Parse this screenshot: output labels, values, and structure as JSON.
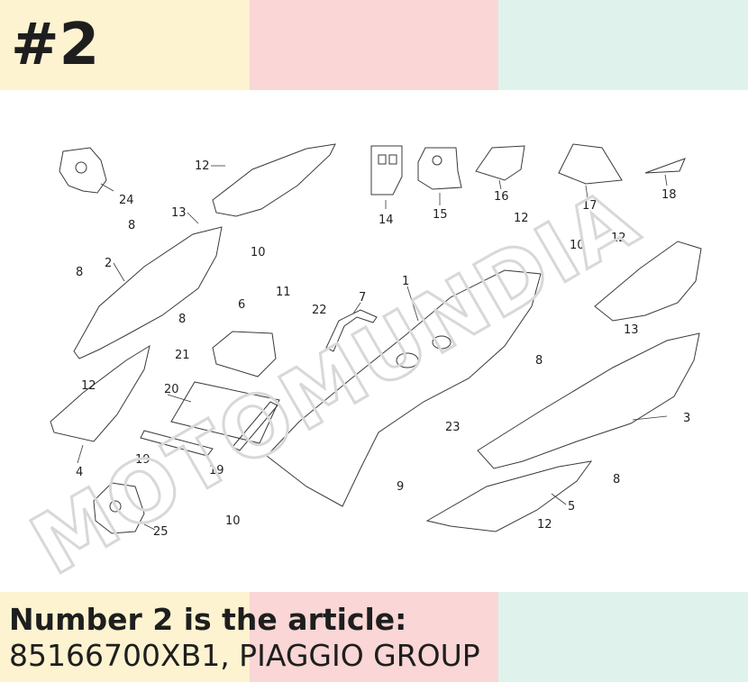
{
  "badge": "#2",
  "caption": {
    "title": "Number 2 is the article:",
    "article": "85166700XB1, PIAGGIO GROUP"
  },
  "watermark": "MOTOMUNDIA",
  "colors": {
    "band_yellow": "#fdf3d0",
    "band_pink": "#fad6d6",
    "band_mint": "#dff3ec",
    "text": "#1e1e1e"
  },
  "callouts": [
    "1",
    "2",
    "3",
    "4",
    "5",
    "7",
    "6",
    "8",
    "9",
    "10",
    "11",
    "12",
    "13",
    "14",
    "15",
    "16",
    "17",
    "18",
    "19",
    "20",
    "21",
    "22",
    "23",
    "24",
    "25"
  ]
}
